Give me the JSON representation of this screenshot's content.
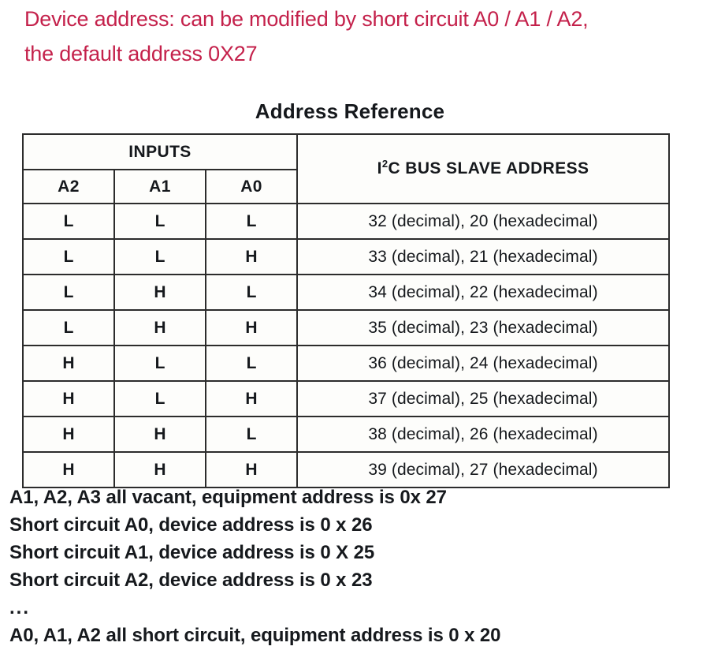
{
  "note": {
    "line1": "Device address: can be modified by short circuit A0 / A1 / A2,",
    "line2": "the default address 0X27",
    "color": "#C4214B"
  },
  "table": {
    "title": "Address Reference",
    "group_header": "INPUTS",
    "address_header_prefix": "I",
    "address_header_sup": "2",
    "address_header_rest": "C BUS SLAVE ADDRESS",
    "columns": [
      "A2",
      "A1",
      "A0"
    ],
    "rows": [
      {
        "a2": "L",
        "a1": "L",
        "a0": "L",
        "address": "32 (decimal), 20 (hexadecimal)"
      },
      {
        "a2": "L",
        "a1": "L",
        "a0": "H",
        "address": "33 (decimal), 21 (hexadecimal)"
      },
      {
        "a2": "L",
        "a1": "H",
        "a0": "L",
        "address": "34 (decimal), 22 (hexadecimal)"
      },
      {
        "a2": "L",
        "a1": "H",
        "a0": "H",
        "address": "35 (decimal), 23 (hexadecimal)"
      },
      {
        "a2": "H",
        "a1": "L",
        "a0": "L",
        "address": "36 (decimal), 24 (hexadecimal)"
      },
      {
        "a2": "H",
        "a1": "L",
        "a0": "H",
        "address": "37 (decimal), 25 (hexadecimal)"
      },
      {
        "a2": "H",
        "a1": "H",
        "a0": "L",
        "address": "38 (decimal), 26 (hexadecimal)"
      },
      {
        "a2": "H",
        "a1": "H",
        "a0": "H",
        "address": "39 (decimal), 27 (hexadecimal)"
      }
    ]
  },
  "footnotes": [
    "A1, A2, A3 all vacant, equipment address is 0x  27",
    "Short circuit A0, device address is 0 x 26",
    "Short circuit A1, device address is 0 X 25",
    "Short circuit A2, device address is 0 x 23",
    "...",
    "A0, A1, A2 all short circuit, equipment address is 0 x 20"
  ]
}
